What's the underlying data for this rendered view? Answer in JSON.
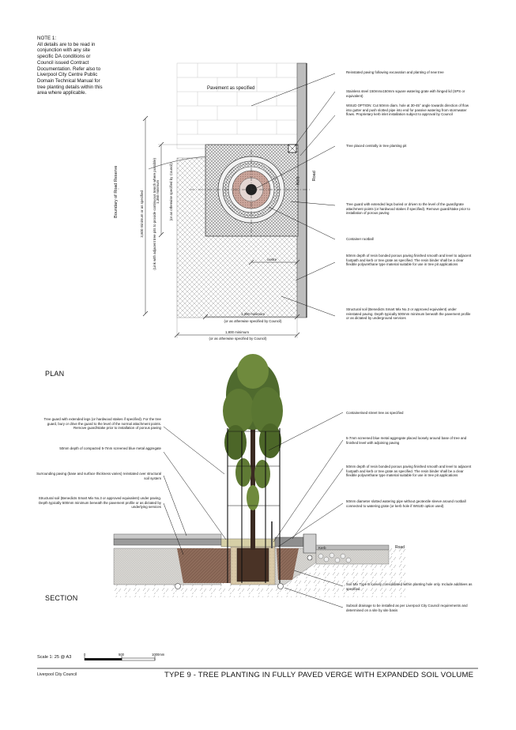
{
  "note": {
    "lines": [
      "NOTE 1:",
      "All details are to be read in",
      "conjunction with any site",
      "specific DA conditions or",
      "Council issued Contract",
      "Documentation. Refer also to",
      "Liverpool City Centre Public",
      "Domain Technical Manual for",
      "tree planting details within this",
      "area where applicable."
    ]
  },
  "plan": {
    "heading": "PLAN",
    "pavement_label": "Pavement as specified",
    "kerb_label": "Kerb",
    "road_label": "Road",
    "boundary_label": "Boundary of Road Reserve",
    "dim_3600": "3,600 minimum or as specified",
    "dim_3600_sub": "(Link with adjacent tree pits to provide continuous trench where possible)",
    "dim_1350_v": "1,350 minimum",
    "dim_1350_v_sub": "(or as otherwise specified by Council)",
    "dim_centre": "centre",
    "dim_1350_h": "1,350 minimum",
    "dim_1350_h_sub": "(or as otherwise specified by Council)",
    "dim_1800": "1,800 minimum",
    "dim_1800_sub": "(or as otherwise specified by Council)",
    "callouts": [
      "Reinstated paving following excavation and planting of new tree",
      "Stainless steel 150mmx150mm square watering grate with hinged lid (SPS or equivalent)",
      "WSUD OPTION: Cut 50mm diam. hole at 30-45° angle towards direction of flow into gutter and push slotted pipe into end for passive watering from stormwater flows. Proprietary kerb inlet installation subject to approval by Council",
      "Tree placed centrally in tree planting pit",
      "Tree guard with extended legs buried or driven to the level of the guard/grate attachment points (or hardwood stakes if specified). Remove guard/stake prior to installation of porous paving",
      "Container rootball",
      "50mm depth of resin bonded porous paving finished smooth and level to adjacent footpath and kerb or tree grate as specified. The resin binder shall be a clear flexible polyurethane type material suitable for use in tree pit applications",
      "Structural soil (Benedicts Smart Mix No.3 or approved equivalent) under reinstated paving. Depth typically 500mm minimum beneath the pavement profile or as dictated by underground services"
    ]
  },
  "section": {
    "heading": "SECTION",
    "kerb_label": "Kerb",
    "road_label": "Road",
    "left_callouts": [
      "Tree guard with extended legs (or hardwood stakes if specified). For the tree guard, bury or drive the guard to the level of the normal attachment points. Remove guard/stake prior to installation of porous paving",
      "50mm depth of compacted 5-7mm screened blue metal aggregate",
      "Surrounding paving (base and surface thickness varies) reinstated over structural soil system",
      "Structural soil (Benedicts Smart Mix No.3 or approved equivalent) under paving. Depth typically 500mm minimum beneath the pavement profile or as dictated by underlying services"
    ],
    "right_callouts": [
      "Containerised street tree as specified",
      "5-7mm screened blue metal aggregate placed loosely around base of tree and finished level with adjoining paving",
      "50mm depth of resin bonded porous paving finished smooth and level to adjacent footpath and kerb or tree grate as specified. The resin binder shall be a clear flexible polyurethane type material suitable for use in tree pit applications",
      "50mm diameter slotted watering pipe without geotextile sleeve around rootball connected to watering grate (or kerb hole if WSUD option used)",
      "Soil Mix Type B loosely consolidated within planting hole only. Include additives as specified.",
      "Subsoil drainage to be installed as per Liverpool City Council requirements and determined on a site by site basis"
    ]
  },
  "scale": {
    "label": "Scale 1: 25 @ A3",
    "ticks": [
      "0",
      "500",
      "1000mm"
    ]
  },
  "footer": {
    "org": "Liverpool City Council",
    "title": "TYPE 9 - TREE PLANTING IN FULLY PAVED VERGE WITH EXPANDED SOIL VOLUME"
  }
}
